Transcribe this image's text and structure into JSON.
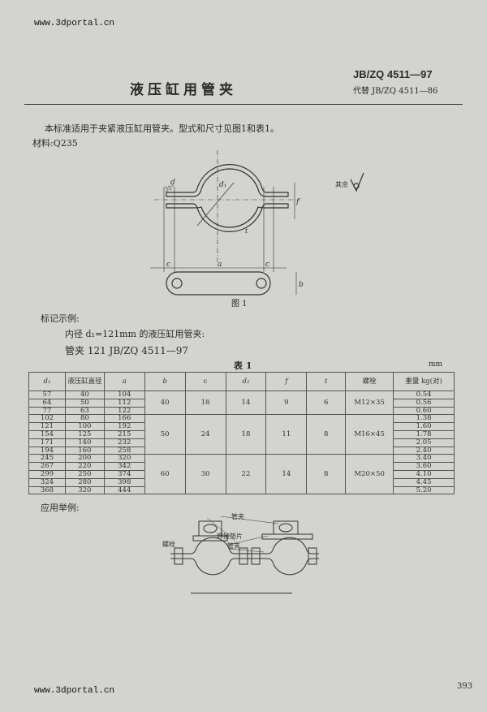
{
  "watermark": {
    "top": "www.3dportal.cn",
    "bottom": "www.3dportal.cn"
  },
  "header": {
    "title": "液压缸用管夹",
    "standard": "JB/ZQ 4511—97",
    "replaces": "代替 JB/ZQ 4511—86"
  },
  "intro": "本标准适用于夹紧液压缸用管夹。型式和尺寸见图1和表1。",
  "material": "材料:Q235",
  "figure1": {
    "caption": "图 1",
    "roughness_label": "其余",
    "labels": {
      "d": "d",
      "d1": "d₁",
      "angle": "35°",
      "f": "f",
      "t": "t",
      "a": "a",
      "c": "c",
      "b": "b"
    }
  },
  "marking": {
    "heading": "标记示例:",
    "desc": "内径 d₁=121mm 的液压缸用管夹:",
    "example": "管夹  121  JB/ZQ 4511—97"
  },
  "table": {
    "caption": "表 1",
    "unit": "mm",
    "headers": [
      "d₁",
      "液压缸直径",
      "a",
      "b",
      "c",
      "d₂",
      "f",
      "t",
      "螺栓",
      "重量 kg(对)"
    ],
    "rows": [
      [
        "57",
        "40",
        "104"
      ],
      [
        "64",
        "50",
        "112"
      ],
      [
        "77",
        "63",
        "122"
      ],
      [
        "102",
        "80",
        "166"
      ],
      [
        "121",
        "100",
        "192"
      ],
      [
        "154",
        "125",
        "215"
      ],
      [
        "171",
        "140",
        "232"
      ],
      [
        "194",
        "160",
        "258"
      ],
      [
        "245",
        "200",
        "320"
      ],
      [
        "267",
        "220",
        "342"
      ],
      [
        "299",
        "250",
        "374"
      ],
      [
        "324",
        "280",
        "398"
      ],
      [
        "368",
        "320",
        "444"
      ]
    ],
    "groups": [
      {
        "b": "40",
        "c": "18",
        "d2": "14",
        "f": "9",
        "t": "6",
        "bolt": "M12×35"
      },
      {
        "b": "50",
        "c": "24",
        "d2": "18",
        "f": "11",
        "t": "8",
        "bolt": "M16×45"
      },
      {
        "b": "60",
        "c": "30",
        "d2": "22",
        "f": "14",
        "t": "8",
        "bolt": "M20×50"
      }
    ],
    "weights": [
      "0.54",
      "0.56",
      "0.60",
      "1.38",
      "1.60",
      "1.78",
      "2.05",
      "2.40",
      "3.40",
      "3.60",
      "4.10",
      "4.45",
      "5.20"
    ]
  },
  "application": {
    "heading": "应用举例:",
    "labels": {
      "clamp1": "管夹",
      "weld_plate": "焊接垫片",
      "clamp2": "管夹",
      "bolt": "螺栓"
    }
  },
  "page_number": "393"
}
